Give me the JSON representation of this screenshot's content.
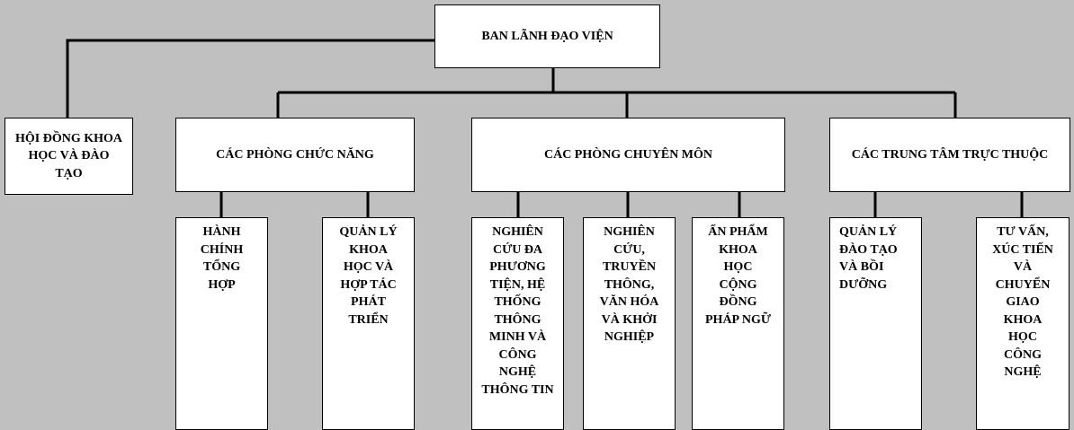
{
  "colors": {
    "background": "#c0c0c0",
    "box_fill": "#ffffff",
    "line": "#000000"
  },
  "leadership": "BAN LÃNH ĐẠO VIỆN",
  "council": "HỘI ĐỒNG KHOA HỌC VÀ ĐÀO TẠO",
  "groups": {
    "functional": {
      "title": "CÁC PHÒNG CHỨC NĂNG",
      "units": [
        "HÀNH CHÍNH TỔNG HỢP",
        "QUẢN LÝ KHOA HỌC VÀ HỢP TÁC PHÁT TRIỂN"
      ]
    },
    "specialized": {
      "title": "CÁC PHÒNG CHUYÊN MÔN",
      "units": [
        "NGHIÊN CỨU ĐA PHƯƠNG TIỆN, HỆ THỐNG THÔNG MINH VÀ CÔNG NGHỆ THÔNG TIN",
        "NGHIÊN CỨU, TRUYỀN THÔNG, VĂN HÓA VÀ KHỞI NGHIỆP",
        "ẤN PHẨM KHOA HỌC CỘNG ĐỒNG PHÁP NGỮ"
      ]
    },
    "centers": {
      "title": "CÁC TRUNG TÂM TRỰC THUỘC",
      "units": [
        "QUẢN LÝ ĐÀO TẠO VÀ BỒI DƯỠNG",
        "TƯ VẤN, XÚC TIẾN VÀ CHUYỂN GIAO KHOA HỌC CÔNG NGHỆ"
      ]
    }
  }
}
